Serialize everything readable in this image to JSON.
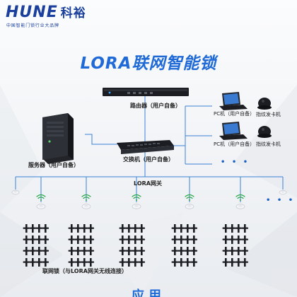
{
  "brand": {
    "logo_text": "HUNE",
    "logo_cn": "科裕",
    "tagline": "中国智能门锁行业大品牌"
  },
  "title": "LORA联网智能锁",
  "nodes": {
    "router": "路由器（用户自备）",
    "switch": "交换机（用户自备）",
    "server": "服务器（用户自备）",
    "pc1": "PC机（用户自备）",
    "pc2": "PC机（用户自备）",
    "issuer1": "指纹发卡机",
    "issuer2": "指纹发卡机",
    "pc_more": "• • •",
    "gateway": "LORA网关",
    "gateway_more": "• • •",
    "locks": "联网锁（与LORA网关无线连接）"
  },
  "footer": "应用",
  "colors": {
    "accent": "#1f6ad6",
    "brand": "#1a3f9c",
    "line": "#3b82d6",
    "device": "#1b1d22"
  }
}
